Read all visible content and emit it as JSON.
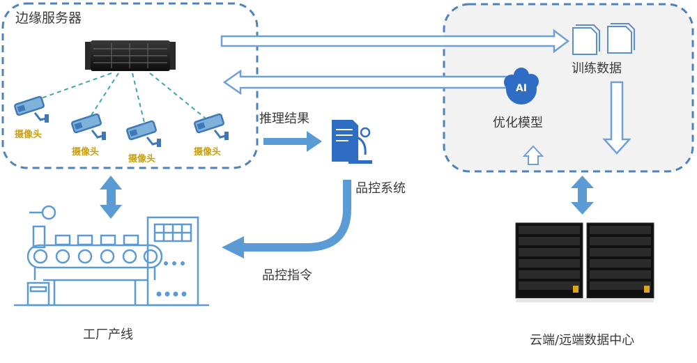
{
  "edge": {
    "title": "边缘服务器",
    "camera_label": "摄像头"
  },
  "cloud": {
    "training_data": "训练数据",
    "optimize_model": "优化模型",
    "ai_badge": "AI"
  },
  "flows": {
    "inference_result": "推理结果",
    "qc_command": "品控指令"
  },
  "qc_system": {
    "label": "品控系统"
  },
  "factory": {
    "label": "工厂产线"
  },
  "datacenter": {
    "label": "云端/远端数据中心"
  },
  "colors": {
    "dashed_border": "#4f81bd",
    "arrow_blue": "#5b9bd5",
    "arrow_outline": "#6f9fd8",
    "camera_label": "#caa012",
    "cloud_panel": "#f2f2f2"
  }
}
